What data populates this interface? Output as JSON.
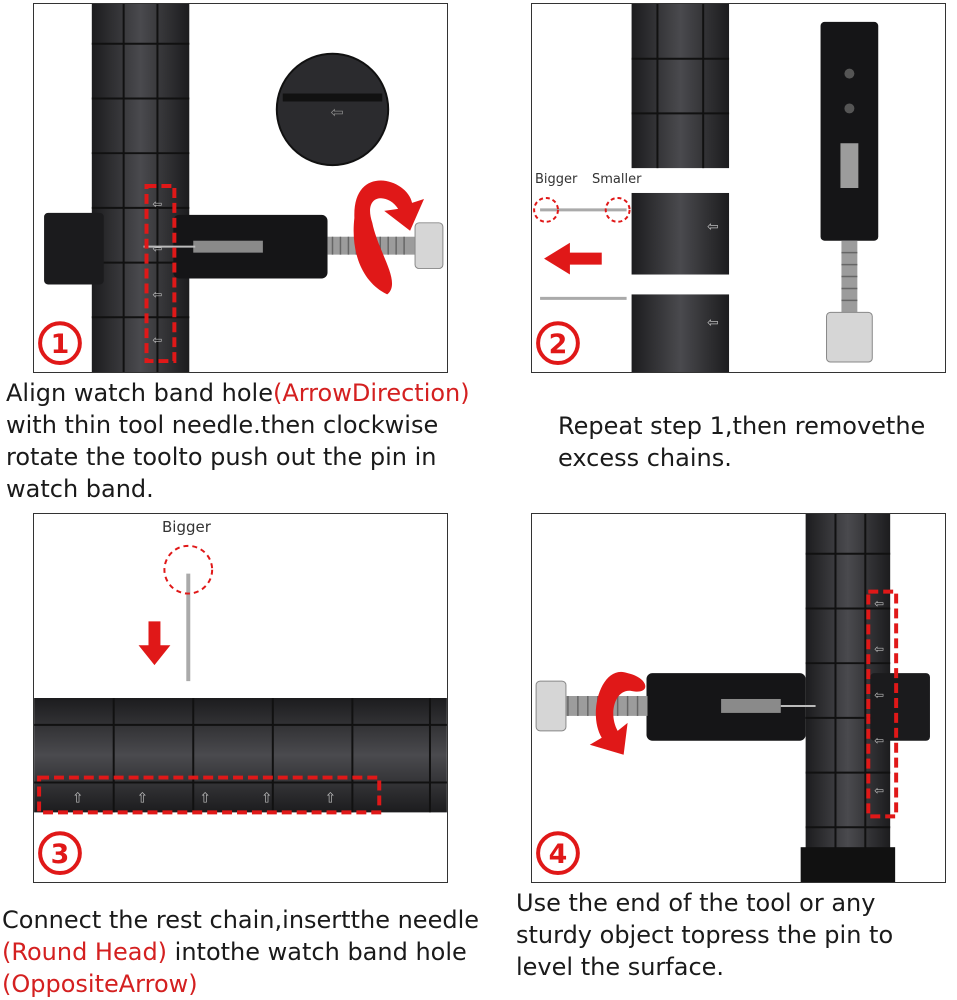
{
  "steps": [
    {
      "number": "1",
      "caption_parts": [
        "Align watch band hole",
        "(ArrowDirection)",
        " with thin tool needle.then clockwise rotate the toolto push out the pin in watch band."
      ]
    },
    {
      "number": "2",
      "labels": {
        "bigger": "Bigger",
        "smaller": "Smaller"
      },
      "caption_parts": [
        "Repeat step 1,then removethe excess chains."
      ]
    },
    {
      "number": "3",
      "labels": {
        "bigger": "Bigger"
      },
      "caption_parts": [
        "Connect the rest chain,insertthe needle ",
        "(Round Head)",
        " intothe watch band hole ",
        "(OppositeArrow)"
      ]
    },
    {
      "number": "4",
      "caption_parts": [
        "Use the end of the tool or any sturdy object topress the pin to level the surface."
      ]
    }
  ],
  "colors": {
    "accent": "#e01818",
    "metal": "#2b2b2e",
    "border": "#333333"
  },
  "icons": [
    "rotation-arrow-icon",
    "direction-arrow-icon",
    "step-number-badge"
  ]
}
